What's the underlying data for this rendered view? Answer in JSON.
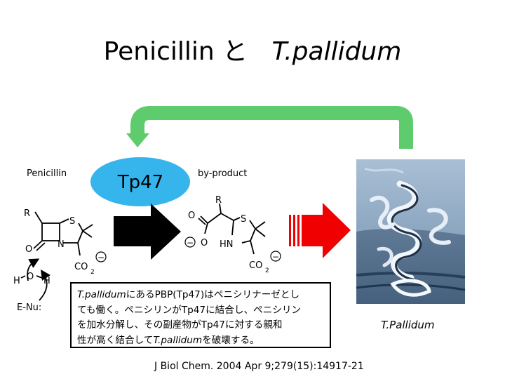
{
  "title": {
    "left": "Penicillin",
    "connector": "と",
    "right": "T.pallidum"
  },
  "labels": {
    "penicillin": "Penicillin",
    "by_product": "by-product",
    "enzyme": "Tp47",
    "bacterium": "T.Pallidum"
  },
  "chem": {
    "pen_r": "R",
    "pen_s": "S",
    "pen_n": "N",
    "pen_o": "O",
    "pen_co2": "CO",
    "pen_sub2": "2",
    "pen_minus": "−",
    "water_h1": "H",
    "water_o": "O",
    "water_h2": "H",
    "nucleophile": "E-Nu:",
    "bp_r": "R",
    "bp_s": "S",
    "bp_o": "O",
    "bp_minus": "−",
    "bp_hn": "HN",
    "bp_co2": "CO",
    "bp_sub2": "2",
    "bp_minus2": "−"
  },
  "note": {
    "l1_ital": "T.pallidum",
    "l1_rest": "にあるPBP(Tp47)はペニシリナーゼとし",
    "l2": "ても働く。ペニシリンがTp47に結合し、ペニシリン",
    "l3": "を加水分解し、その副産物がTp47に対する親和",
    "l4_pre": "性が高く結合して",
    "l4_ital": "T.pallidum",
    "l4_post": "を破壊する。"
  },
  "citation": "J Biol Chem. 2004 Apr 9;279(15):14917-21",
  "colors": {
    "green_arrow": "#5ecb6c",
    "enzyme_fill": "#36b4ec",
    "black_arrow": "#000000",
    "red_arrow": "#f00000",
    "photo_base": "#8ea8c2"
  },
  "icons": {
    "feedback_arrow": "curved-arrow-icon",
    "reaction_arrow": "block-arrow-icon",
    "attack_arrow": "attack-arrow-icon"
  }
}
